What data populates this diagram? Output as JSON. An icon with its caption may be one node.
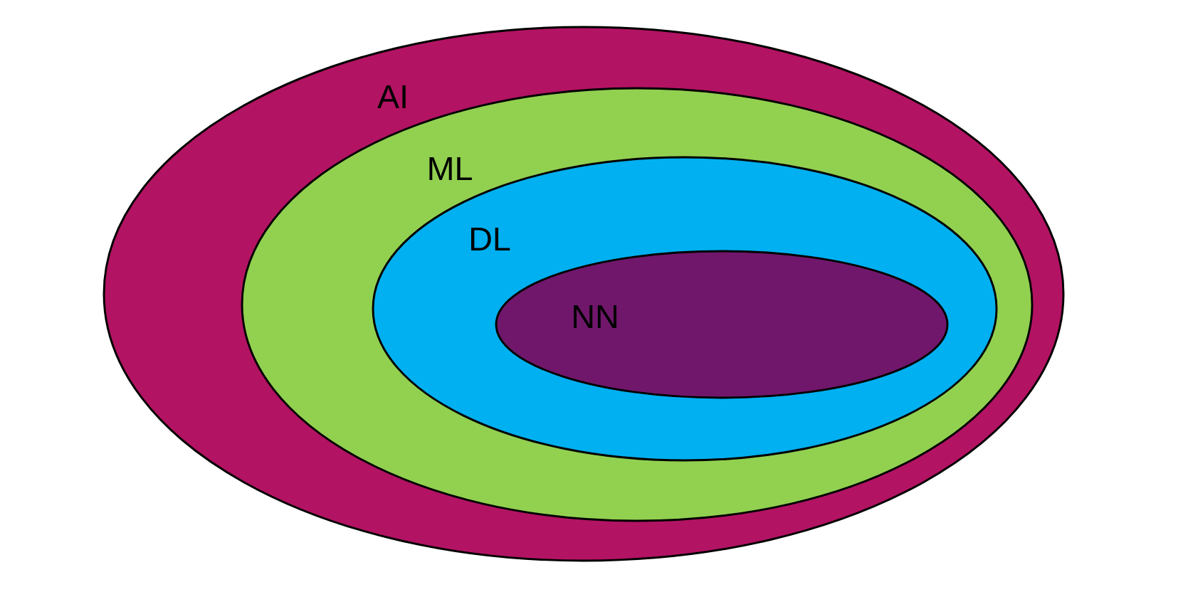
{
  "diagram": {
    "nodes": [
      {
        "text": [
          "AI"
        ]
      },
      {
        "text": [
          "ML"
        ],
        "in": 0
      },
      {
        "text": [
          "DL"
        ],
        "in": 1
      },
      {
        "text": [
          "NN"
        ],
        "in": 2
      }
    ]
  }
}
